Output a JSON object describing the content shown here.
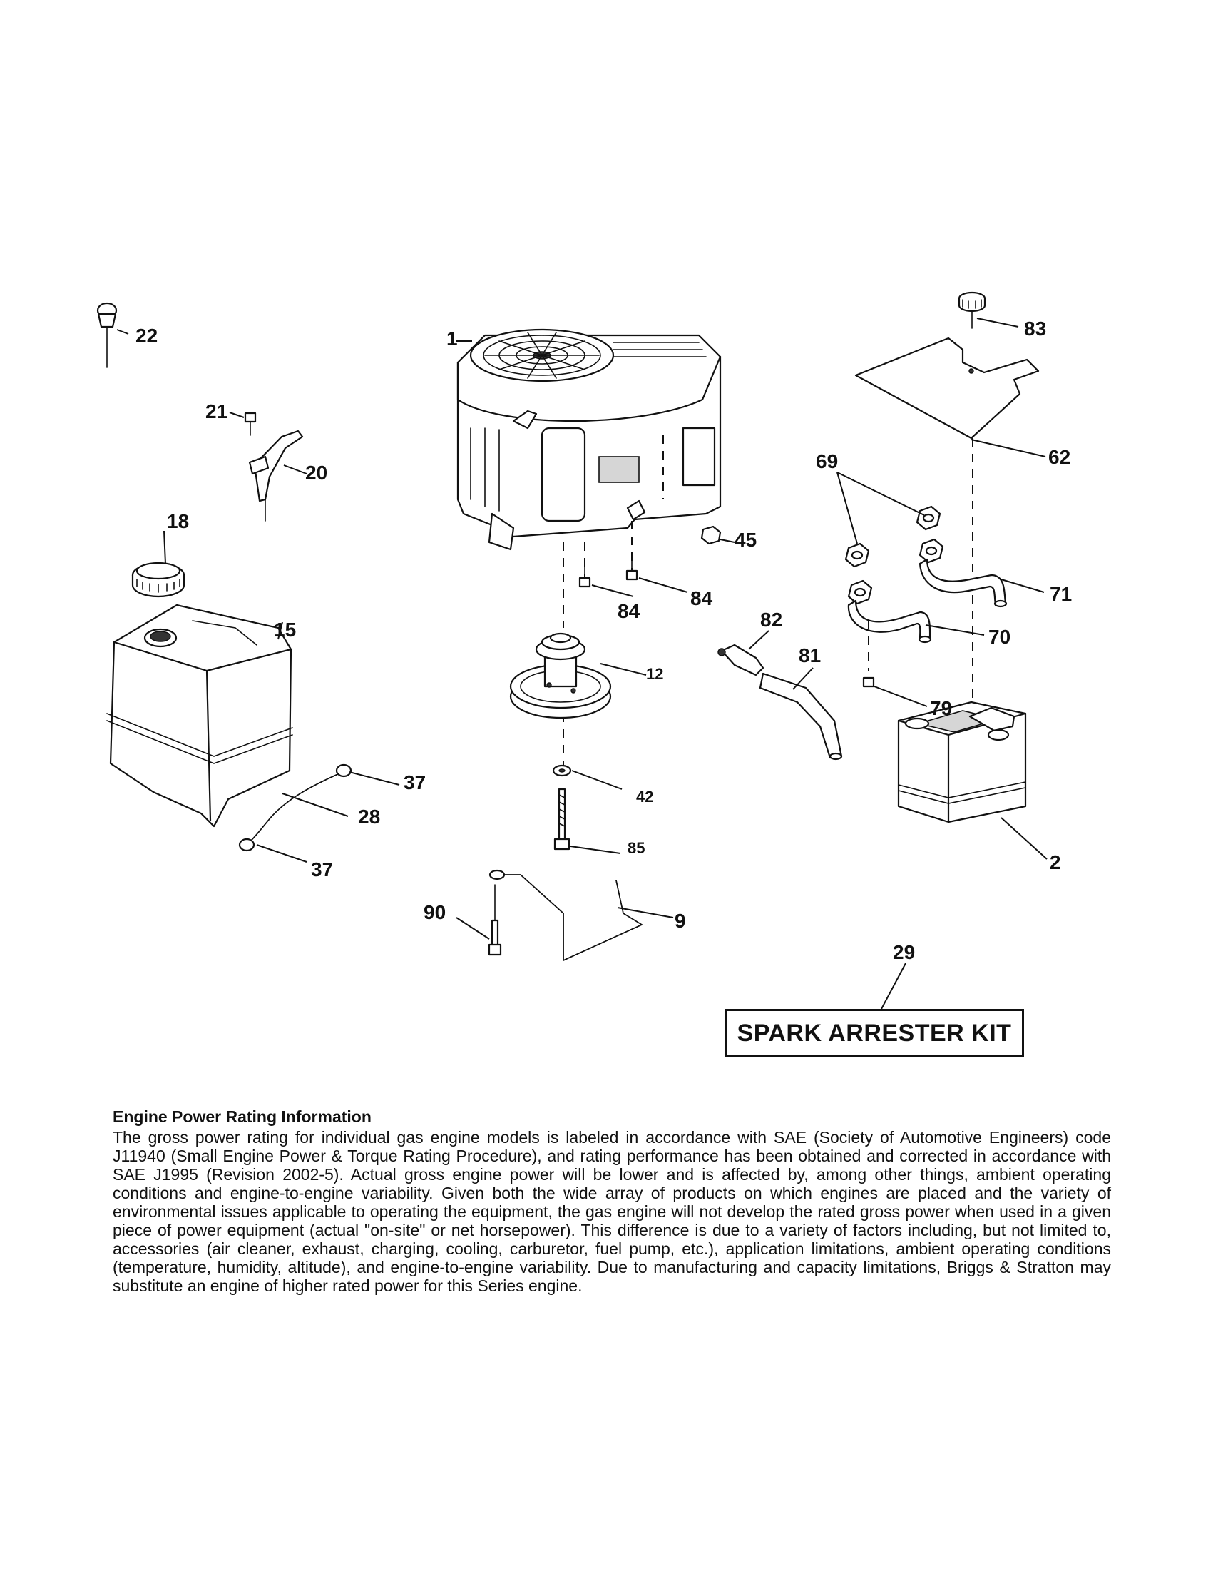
{
  "callouts": {
    "c1": "1",
    "c2": "2",
    "c9": "9",
    "c12": "12",
    "c15": "15",
    "c18": "18",
    "c20": "20",
    "c21": "21",
    "c22": "22",
    "c28": "28",
    "c29": "29",
    "c37a": "37",
    "c37b": "37",
    "c42": "42",
    "c45": "45",
    "c62": "62",
    "c69": "69",
    "c70": "70",
    "c71": "71",
    "c79": "79",
    "c81": "81",
    "c82": "82",
    "c83": "83",
    "c84a": "84",
    "c84b": "84",
    "c85": "85",
    "c90": "90"
  },
  "kit": {
    "label": "SPARK ARRESTER KIT"
  },
  "info": {
    "title": "Engine Power Rating Information",
    "body": "The gross power rating for individual gas engine models is labeled in accordance with SAE (Society of Automotive Engineers) code J11940 (Small Engine Power & Torque Rating Procedure), and rating performance has been obtained and corrected in accordance with SAE J1995 (Revision 2002-5). Actual gross engine power will be lower and is affected by, among other things, ambient operating conditions and engine-to-engine variability. Given both the wide array of products on which engines are placed and the variety of environmental issues applicable to operating the equipment, the gas engine will not develop the rated gross power when used in a given piece of power equipment (actual \"on-site\" or net horsepower). This difference is due to a variety of factors including, but not limited to, accessories (air cleaner, exhaust, charging, cooling, carburetor, fuel pump, etc.), application limitations, ambient operating conditions (temperature, humidity, altitude), and engine-to-engine variability. Due to manufacturing and capacity limitations, Briggs & Stratton may substitute an engine of higher rated power for this Series engine."
  }
}
